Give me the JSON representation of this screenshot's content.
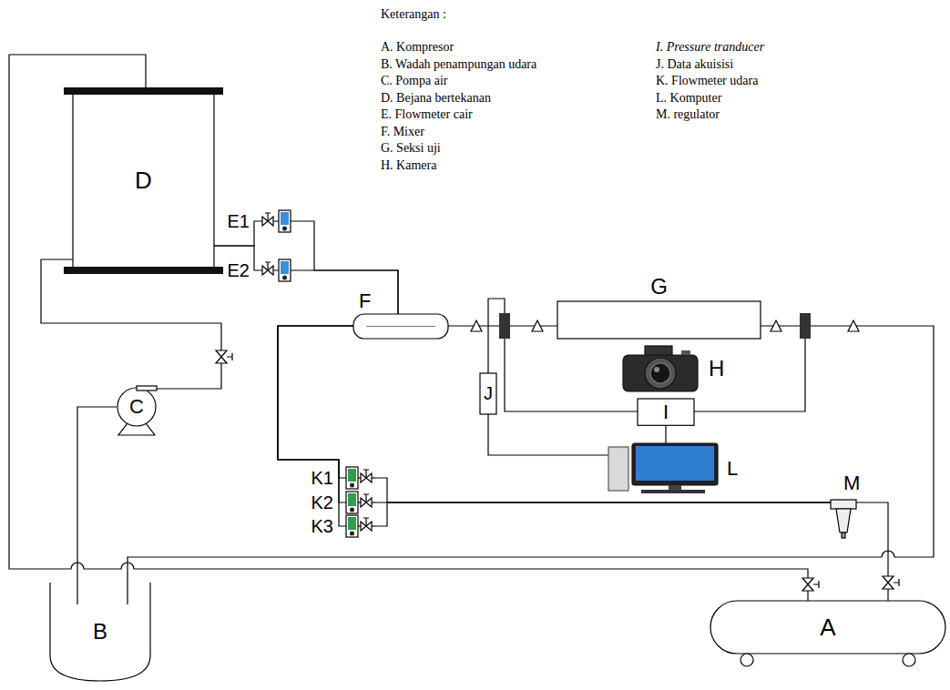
{
  "diagram": {
    "nodes": [
      {
        "text": [
          "D"
        ]
      },
      {
        "text": [
          "E1"
        ]
      },
      {
        "text": [
          "E2"
        ]
      },
      {
        "text": [
          "F"
        ]
      },
      {
        "text": [
          "G"
        ]
      },
      {
        "text": [
          "H"
        ]
      },
      {
        "text": [
          "J"
        ]
      },
      {
        "text": [
          "C"
        ]
      },
      {
        "text": [
          "I"
        ]
      },
      {
        "text": [
          "L"
        ]
      },
      {
        "text": [
          "K1"
        ]
      },
      {
        "text": [
          "K2"
        ]
      },
      {
        "text": [
          "K3"
        ]
      },
      {
        "text": [
          "M"
        ]
      },
      {
        "text": [
          "B"
        ]
      },
      {
        "text": [
          "A"
        ]
      }
    ],
    "edges": [
      {
        "from": 15,
        "to": 0,
        "arrow": "none"
      },
      {
        "from": 0,
        "to": 1,
        "arrow": "none"
      },
      {
        "from": 0,
        "to": 2,
        "arrow": "none"
      },
      {
        "from": 1,
        "to": 3,
        "arrow": "none"
      },
      {
        "from": 2,
        "to": 3,
        "arrow": "none"
      },
      {
        "from": 3,
        "to": 4,
        "arrow": "none"
      },
      {
        "from": 4,
        "to": 14,
        "arrow": "none"
      },
      {
        "from": 14,
        "to": 7,
        "arrow": "none"
      },
      {
        "from": 7,
        "to": 0,
        "arrow": "none"
      },
      {
        "from": 15,
        "to": 13,
        "arrow": "none"
      },
      {
        "from": 13,
        "to": 10,
        "arrow": "none"
      },
      {
        "from": 13,
        "to": 11,
        "arrow": "none"
      },
      {
        "from": 13,
        "to": 12,
        "arrow": "none"
      },
      {
        "from": 10,
        "to": 3,
        "arrow": "none"
      },
      {
        "from": 11,
        "to": 3,
        "arrow": "none"
      },
      {
        "from": 12,
        "to": 3,
        "arrow": "none"
      },
      {
        "from": 8,
        "to": 9,
        "arrow": "none"
      },
      {
        "from": 6,
        "to": 9,
        "arrow": "none"
      }
    ],
    "labels": [
      "Keterangan :",
      "A. Kompresor",
      "B. Wadah penampungan udara",
      "C. Pompa air",
      "D. Bejana bertekanan",
      "E. Flowmeter cair",
      "F. Mixer",
      "G. Seksi uji",
      "H. Kamera",
      "I. Pressure tranducer",
      "J. Data akuisisi",
      "K. Flowmeter udara",
      "L. Komputer",
      "M. regulator"
    ]
  }
}
